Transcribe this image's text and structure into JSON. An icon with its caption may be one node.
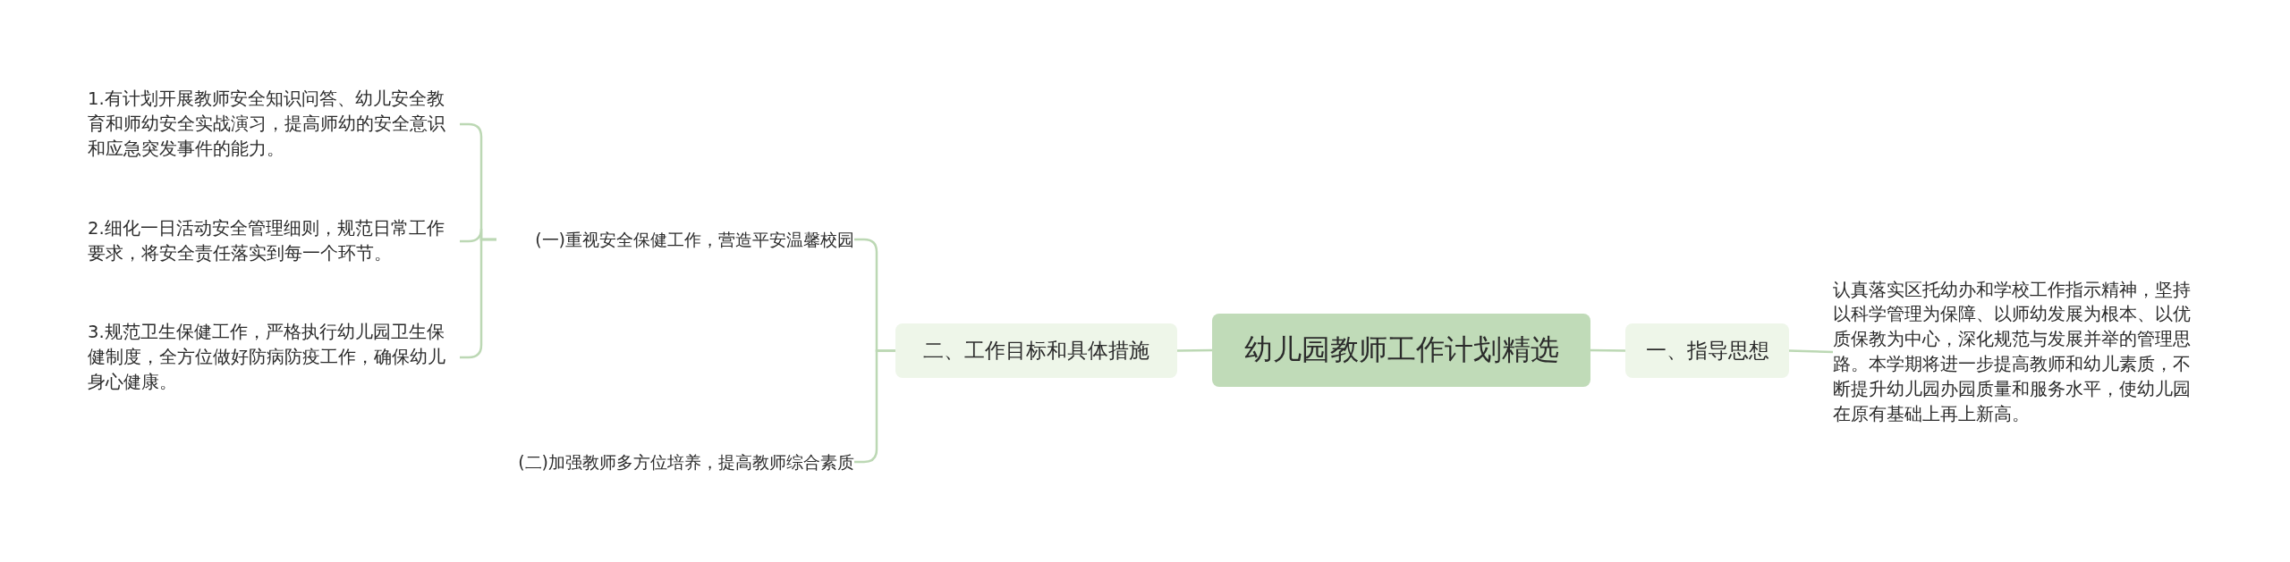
{
  "diagram": {
    "nodes": [
      {
        "text": [
          "幼儿园教师工作计划精选"
        ]
      },
      {
        "text": [
          "一、指导思想"
        ]
      },
      {
        "text": [
          "认真落实区托幼办和学校工作指示精神，坚持以科学管理为保障、以师幼发展为根本、以优质保教为中心，深化规范与发展并举的管理思路。本学期将进一步提高教师和幼儿素质，不断提升幼儿园办园质量和服务水平，使幼儿园在原有基础上再上新高。"
        ]
      },
      {
        "text": [
          "二、工作目标和具体措施"
        ]
      },
      {
        "text": [
          "(一)重视安全保健工作，营造平安温馨校园"
        ]
      },
      {
        "text": [
          "1.有计划开展教师安全知识问答、幼儿安全教育和师幼安全实战演习，提高师幼的安全意识和应急突发事件的能力。"
        ]
      },
      {
        "text": [
          "2.细化一日活动安全管理细则，规范日常工作要求，将安全责任落实到每一个环节。"
        ]
      },
      {
        "text": [
          "3.规范卫生保健工作，严格执行幼儿园卫生保健制度，全方位做好防病防疫工作，确保幼儿身心健康。"
        ]
      },
      {
        "text": [
          "(二)加强教师多方位培养，提高教师综合素质"
        ]
      }
    ],
    "edges": [
      {
        "from": 0,
        "to": 1,
        "arrow": "none"
      },
      {
        "from": 1,
        "to": 2,
        "arrow": "none"
      },
      {
        "from": 0,
        "to": 3,
        "arrow": "none"
      },
      {
        "from": 3,
        "to": 4,
        "arrow": "none"
      },
      {
        "from": 3,
        "to": 8,
        "arrow": "none"
      },
      {
        "from": 4,
        "to": 5,
        "arrow": "none"
      },
      {
        "from": 4,
        "to": 6,
        "arrow": "none"
      },
      {
        "from": 4,
        "to": 7,
        "arrow": "none"
      }
    ]
  }
}
